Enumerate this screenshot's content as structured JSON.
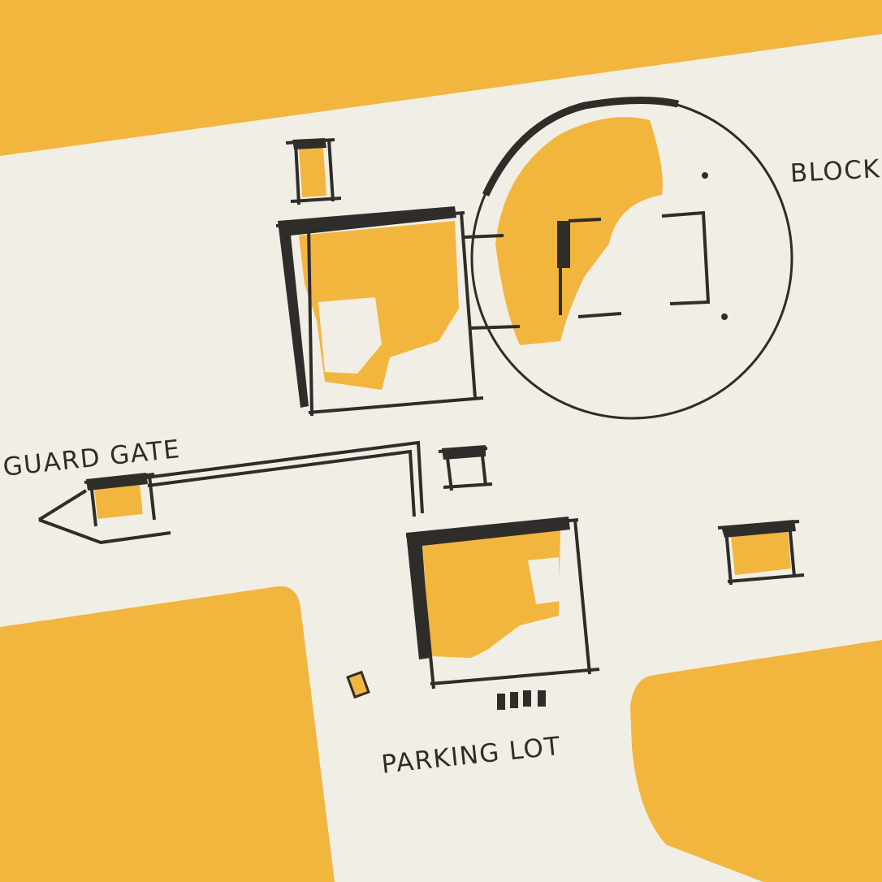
{
  "labels": {
    "blockhouse": "BLOCK",
    "guard_gate": "GUARD GATE",
    "parking_lot": "PARKING LOT"
  },
  "colors": {
    "paper": "#f1eee6",
    "ink": "#2e2d29",
    "orange": "#f2b53e"
  }
}
